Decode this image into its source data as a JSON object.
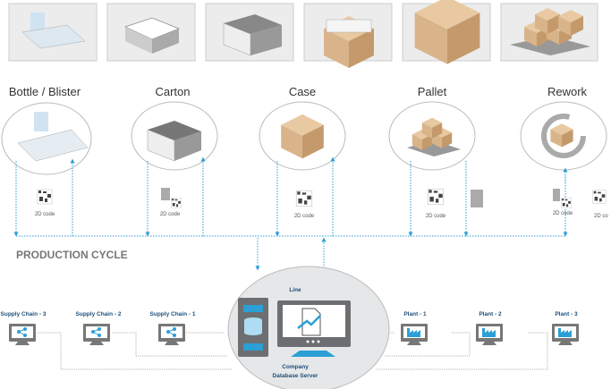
{
  "stages": [
    {
      "label": "Bottle / Blister",
      "code": "2D code"
    },
    {
      "label": "Carton",
      "code": "2D code"
    },
    {
      "label": "Case",
      "code": "2D code"
    },
    {
      "label": "Pallet",
      "code": "2D code"
    },
    {
      "label": "Rework",
      "code": "2D code",
      "extra_code": "2D co"
    }
  ],
  "production_cycle": "PRODUCTION CYCLE",
  "server": {
    "top": "Line",
    "bottom1": "Company",
    "bottom2": "Database Server"
  },
  "supply_chain": [
    "Supply Chain - 3",
    "Supply Chain - 2",
    "Supply Chain - 1"
  ],
  "plants": [
    "Plant - 1",
    "Plant - 2",
    "Plant - 3"
  ],
  "colors": {
    "accent": "#2b9fd6",
    "box": "#d9b48a",
    "grey": "#6d6e71"
  }
}
